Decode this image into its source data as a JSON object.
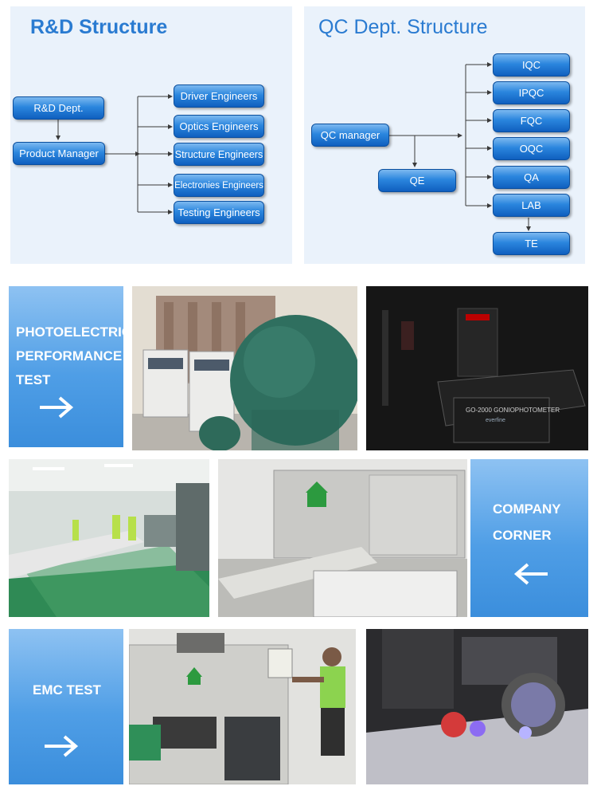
{
  "rd": {
    "title": "R&D Structure",
    "dept": "R&D Dept.",
    "manager": "Product Manager",
    "engineers": [
      "Driver Engineers",
      "Optics Engineers",
      "Structure Engineers",
      "Electronies Engineers",
      "Testing Engineers"
    ]
  },
  "qc": {
    "title": "QC Dept. Structure",
    "manager": "QC manager",
    "qe": "QE",
    "items": [
      "IQC",
      "IPQC",
      "FQC",
      "OQC",
      "QA",
      "LAB"
    ],
    "te": "TE"
  },
  "labels": {
    "photoelectric": [
      "PHOTOELECTRIC",
      "PERFORMANCE",
      "TEST"
    ],
    "company": [
      "COMPANY",
      "CORNER"
    ],
    "emc": "EMC TEST"
  },
  "photo_text": {
    "goniophotometer_model": "GO-2000 GONIOPHOTOMETER",
    "brand": "everfine"
  },
  "colors": {
    "accent": "#2a7bd1",
    "node": "#1f78d6",
    "card": "#5aa5e8"
  }
}
